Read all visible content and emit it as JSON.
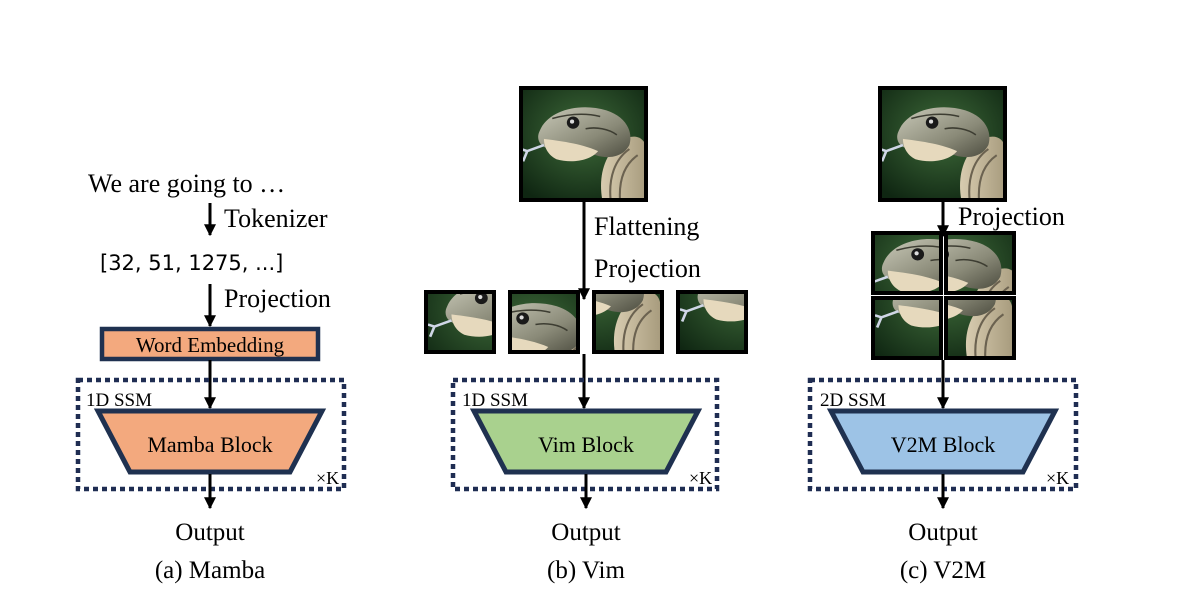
{
  "panel_a": {
    "sentence": "We are going to …",
    "tokenizer_label": "Tokenizer",
    "tokens": "[32, 51, 1275, ...]",
    "projection_label": "Projection",
    "embedding_label": "Word Embedding",
    "ssm_label": "1D SSM",
    "block_label": "Mamba Block",
    "repeat_label": "×K",
    "output_label": "Output",
    "caption": "(a) Mamba",
    "block_color": "#f3a97e",
    "embedding_color": "#f3a97e"
  },
  "panel_b": {
    "flatten_label": "Flattening",
    "projection_label": "Projection",
    "ssm_label": "1D SSM",
    "block_label": "Vim Block",
    "repeat_label": "×K",
    "output_label": "Output",
    "caption": "(b) Vim",
    "block_color": "#a9d18e"
  },
  "panel_c": {
    "projection_label": "Projection",
    "ssm_label": "2D SSM",
    "block_label": "V2M Block",
    "repeat_label": "×K",
    "output_label": "Output",
    "caption": "(c) V2M",
    "block_color": "#9dc3e6"
  },
  "colors": {
    "box_border": "#1f3150",
    "dotted_border": "#1f2d52",
    "image_background": "#1e3a22"
  }
}
